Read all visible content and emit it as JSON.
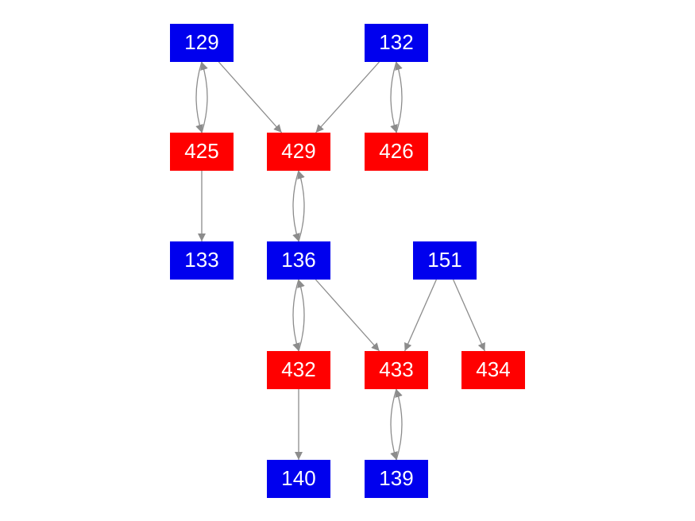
{
  "colors": {
    "blue_node": "#0000ee",
    "red_node": "#ff0000",
    "edge": "#8c8c8c",
    "label": "#ffffff"
  },
  "nodes": [
    {
      "id": "129",
      "label": "129",
      "kind": "blue"
    },
    {
      "id": "132",
      "label": "132",
      "kind": "blue"
    },
    {
      "id": "425",
      "label": "425",
      "kind": "red"
    },
    {
      "id": "429",
      "label": "429",
      "kind": "red"
    },
    {
      "id": "426",
      "label": "426",
      "kind": "red"
    },
    {
      "id": "133",
      "label": "133",
      "kind": "blue"
    },
    {
      "id": "136",
      "label": "136",
      "kind": "blue"
    },
    {
      "id": "151",
      "label": "151",
      "kind": "blue"
    },
    {
      "id": "432",
      "label": "432",
      "kind": "red"
    },
    {
      "id": "433",
      "label": "433",
      "kind": "red"
    },
    {
      "id": "434",
      "label": "434",
      "kind": "red"
    },
    {
      "id": "140",
      "label": "140",
      "kind": "blue"
    },
    {
      "id": "139",
      "label": "139",
      "kind": "blue"
    }
  ],
  "edges": [
    {
      "from": "129",
      "to": "425"
    },
    {
      "from": "425",
      "to": "129"
    },
    {
      "from": "129",
      "to": "429"
    },
    {
      "from": "132",
      "to": "429"
    },
    {
      "from": "132",
      "to": "426"
    },
    {
      "from": "426",
      "to": "132"
    },
    {
      "from": "425",
      "to": "133"
    },
    {
      "from": "429",
      "to": "136"
    },
    {
      "from": "136",
      "to": "429"
    },
    {
      "from": "136",
      "to": "432"
    },
    {
      "from": "432",
      "to": "136"
    },
    {
      "from": "136",
      "to": "433"
    },
    {
      "from": "151",
      "to": "433"
    },
    {
      "from": "151",
      "to": "434"
    },
    {
      "from": "432",
      "to": "140"
    },
    {
      "from": "433",
      "to": "139"
    },
    {
      "from": "139",
      "to": "433"
    }
  ]
}
